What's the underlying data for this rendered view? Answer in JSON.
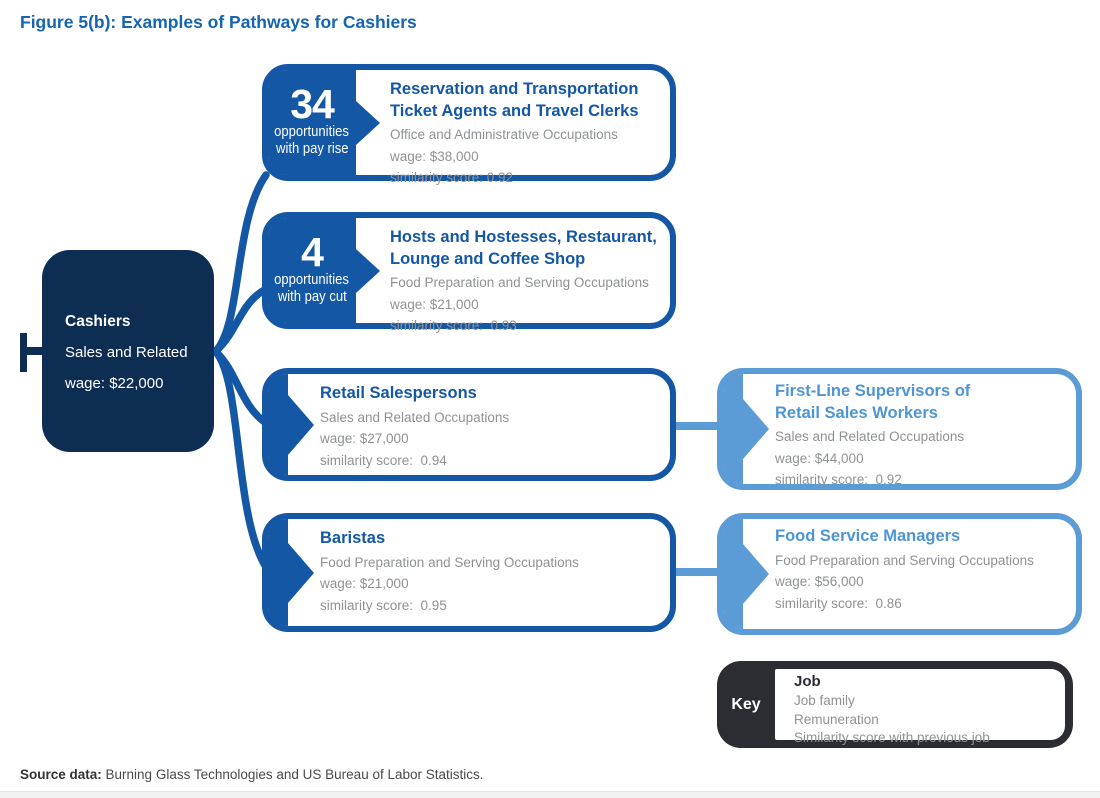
{
  "title": "Figure 5(b): Examples of Pathways for Cashiers",
  "colors": {
    "primary_blue": "#1457a4",
    "navy": "#0d2d52",
    "light_blue": "#5b9bd6",
    "gray_text": "#8f9294",
    "key_dark": "#2b2d33",
    "title_blue": "#1565b0"
  },
  "root": {
    "job": "Cashiers",
    "family": "Sales and Related",
    "wage": "wage: $22,000"
  },
  "pathways": [
    {
      "badge": {
        "number": "34",
        "line1": "opportunities",
        "line2": "with pay rise"
      },
      "job": "Reservation and Transportation Ticket Agents and Travel Clerks",
      "family": "Office and Administrative Occupations",
      "wage": "wage: $38,000",
      "similarity": "similarity score: 0.92"
    },
    {
      "badge": {
        "number": "4",
        "line1": "opportunities",
        "line2": "with pay cut"
      },
      "job": "Hosts and Hostesses, Restaurant, Lounge and Coffee Shop",
      "family": "Food Preparation and Serving Occupations",
      "wage": "wage: $21,000",
      "similarity": "similarity score:  0.93"
    },
    {
      "job": "Retail Salespersons",
      "family": "Sales and Related Occupations",
      "wage": "wage: $27,000",
      "similarity": "similarity score:  0.94",
      "next": {
        "job": "First-Line Supervisors of Retail Sales Workers",
        "family": "Sales and Related Occupations",
        "wage": "wage: $44,000",
        "similarity": "similarity score:  0.92"
      }
    },
    {
      "job": "Baristas",
      "family": "Food Preparation and Serving Occupations",
      "wage": "wage: $21,000",
      "similarity": "similarity score:  0.95",
      "next": {
        "job": "Food Service Managers",
        "family": "Food Preparation and Serving Occupations",
        "wage": "wage: $56,000",
        "similarity": "similarity score:  0.86"
      }
    }
  ],
  "key": {
    "label": "Key",
    "job": "Job",
    "lines": {
      "family": "Job family",
      "remuneration": "Remuneration",
      "similarity": "Similarity score with previous job"
    }
  },
  "source": {
    "label": "Source data:",
    "text": " Burning Glass Technologies and US Bureau of Labor Statistics."
  }
}
